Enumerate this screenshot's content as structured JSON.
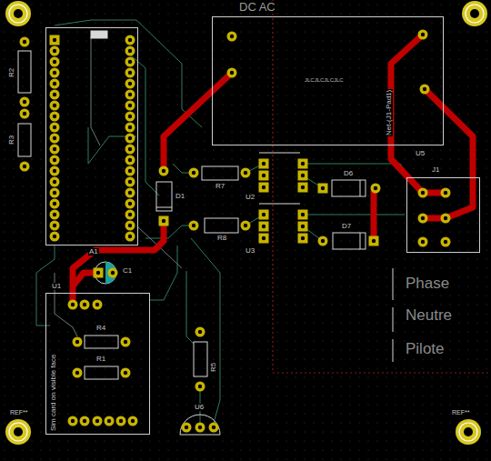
{
  "diagram": {
    "nodes": [
      {
        "text": [
          "JLCJLCJLCJLC",
          "U5"
        ]
      },
      {
        "text": [
          "J1"
        ]
      },
      {
        "text": [
          "A1"
        ]
      },
      {
        "text": [
          "U1",
          "Sim card on visible face"
        ]
      }
    ],
    "labels": [
      "DC AC",
      "R2",
      "R3",
      "D1",
      "R7",
      "U2",
      "D6",
      "R8",
      "U3",
      "D7",
      "C1",
      "R4",
      "R1",
      "R5",
      "U6",
      "Phase",
      "Neutre",
      "Pilote",
      "Net-(J1-Pad1)",
      "REF**",
      "REF**"
    ]
  }
}
